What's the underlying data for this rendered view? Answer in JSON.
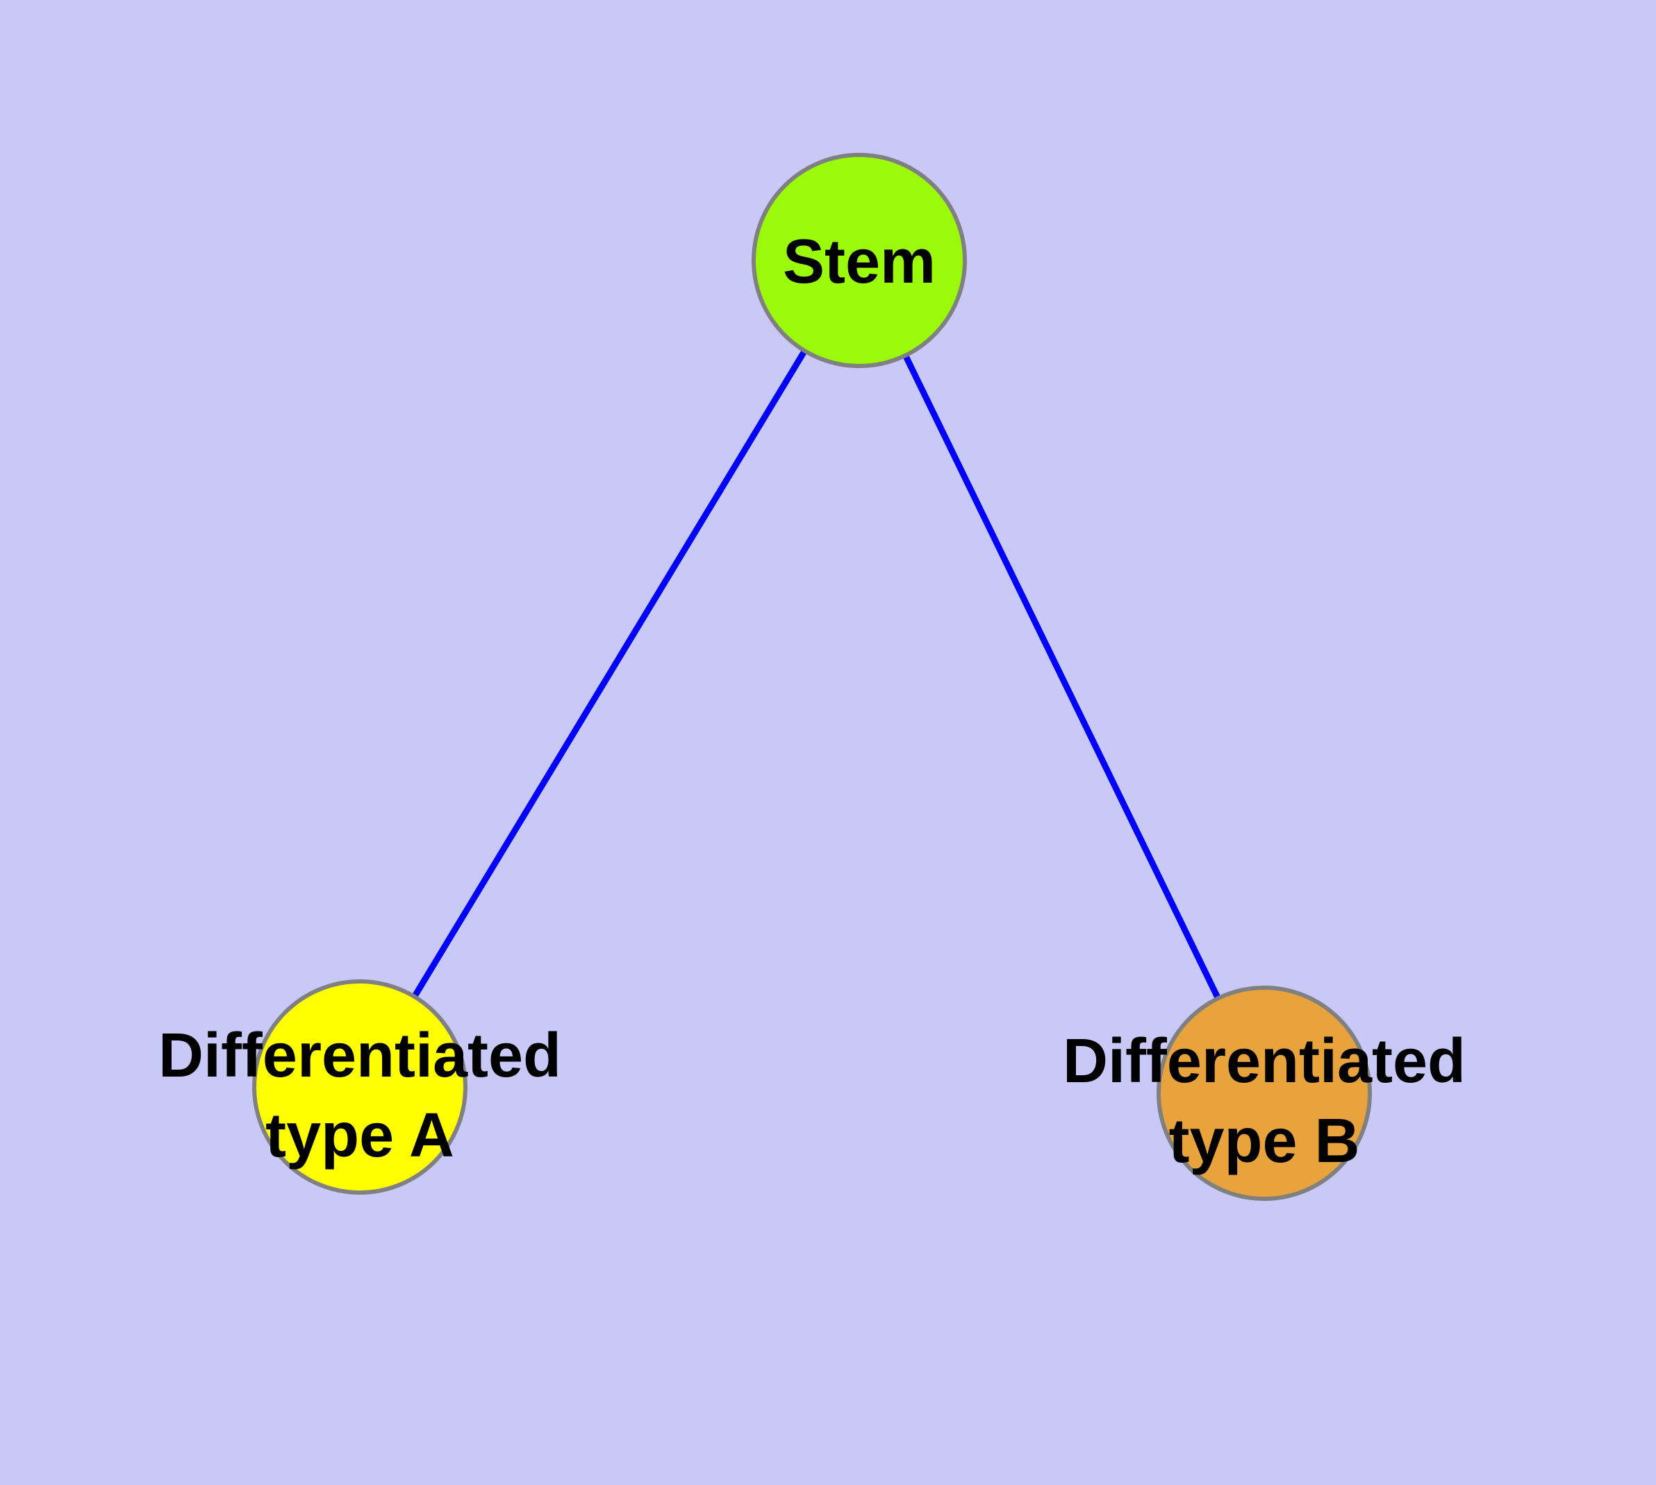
{
  "diagram": {
    "background_color": "#C9C9F8",
    "edge_color": "#0000FF",
    "node_border_color": "#808080",
    "text_color": "#000000",
    "nodes": [
      {
        "id": "stem",
        "label": "Stem",
        "color": "#9AFA0A"
      },
      {
        "id": "type-a",
        "label_line1": "Differentiated",
        "label_line2": "type A",
        "color": "#FFFF00"
      },
      {
        "id": "type-b",
        "label_line1": "Differentiated",
        "label_line2": "type B",
        "color": "#E8A33D"
      }
    ],
    "edges": [
      {
        "from": "Stem",
        "to": "Differentiated type A"
      },
      {
        "from": "Stem",
        "to": "Differentiated type B"
      }
    ]
  }
}
